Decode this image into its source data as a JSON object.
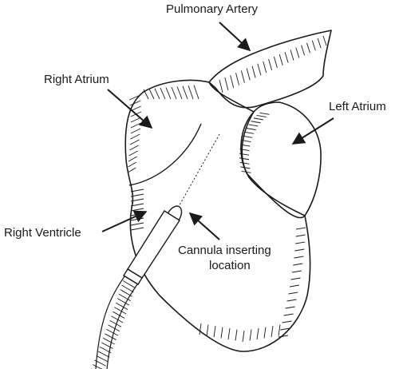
{
  "diagram": {
    "labels": {
      "pulmonary_artery": "Pulmonary Artery",
      "right_atrium": "Right Atrium",
      "left_atrium": "Left Atrium",
      "right_ventricle": "Right Ventricle",
      "cannula_line1": "Cannula inserting",
      "cannula_line2": "location"
    },
    "colors": {
      "line": "#1a1a1a",
      "background": "#ffffff"
    }
  }
}
